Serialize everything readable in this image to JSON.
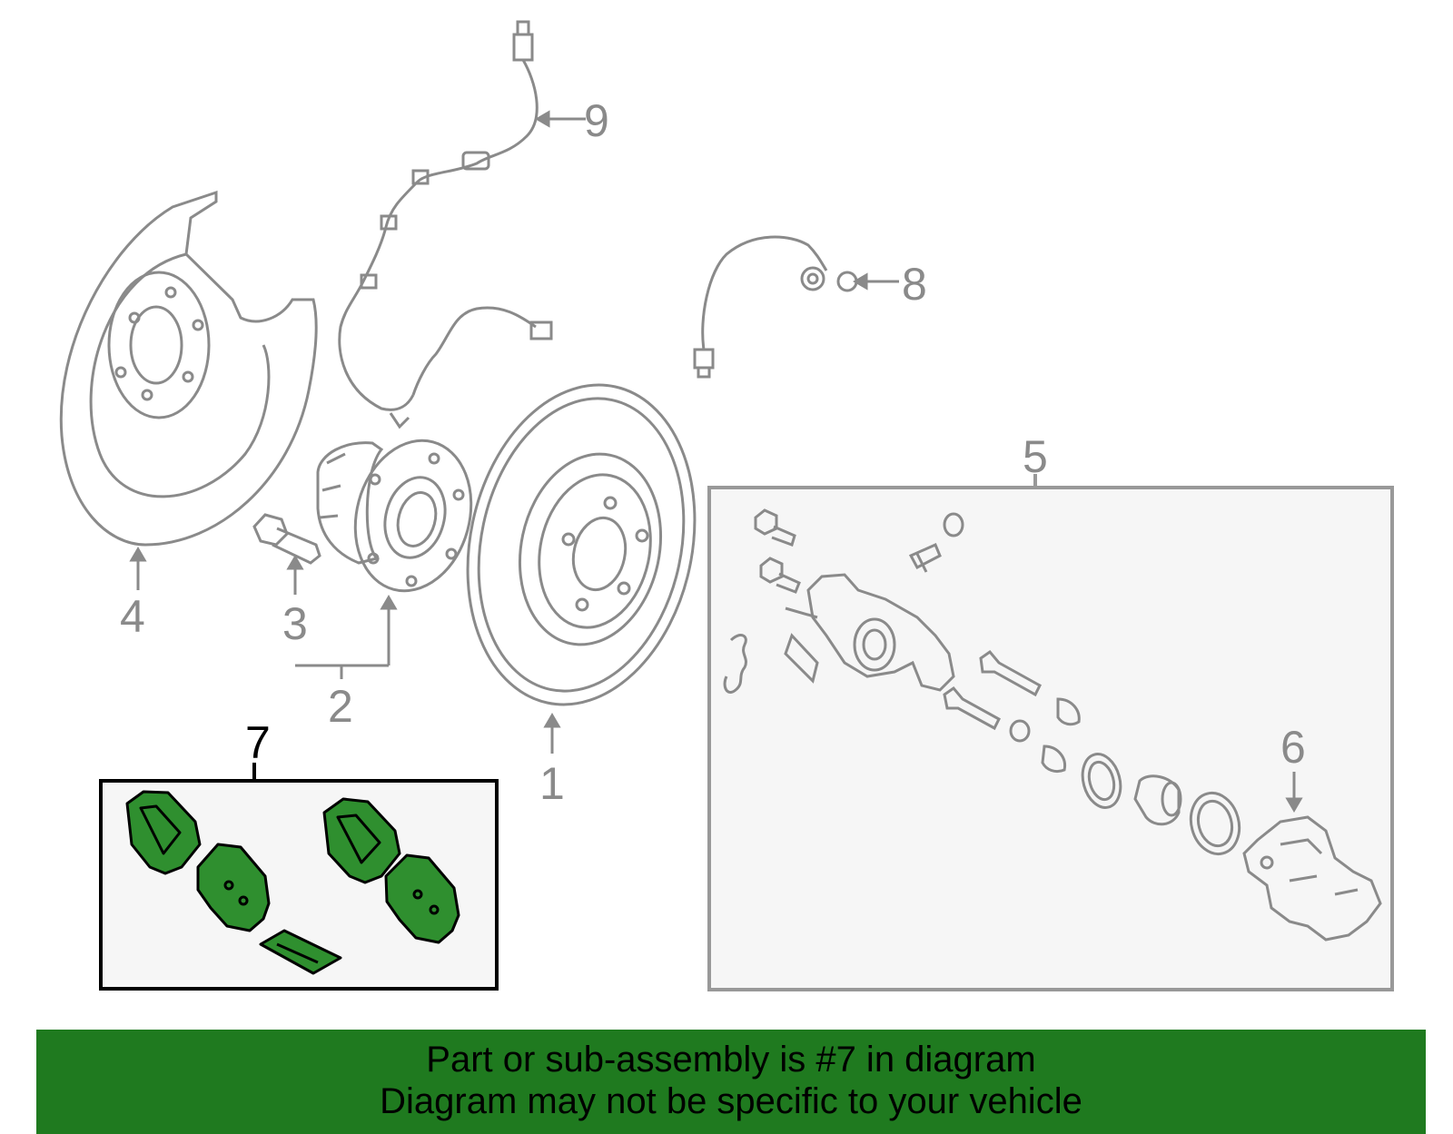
{
  "colors": {
    "part_line": "#8a8a8a",
    "highlight_fill": "#2f8f2f",
    "highlight_stroke": "#000000",
    "box_fill": "#f6f6f6",
    "footer_bg": "#1f7a1f"
  },
  "callouts": {
    "c1": "1",
    "c2": "2",
    "c3": "3",
    "c4": "4",
    "c5": "5",
    "c6": "6",
    "c7": "7",
    "c8": "8",
    "c9": "9"
  },
  "footer": {
    "line1": "Part or sub-assembly is #7 in diagram",
    "line2": "Diagram may not be specific to your vehicle"
  }
}
